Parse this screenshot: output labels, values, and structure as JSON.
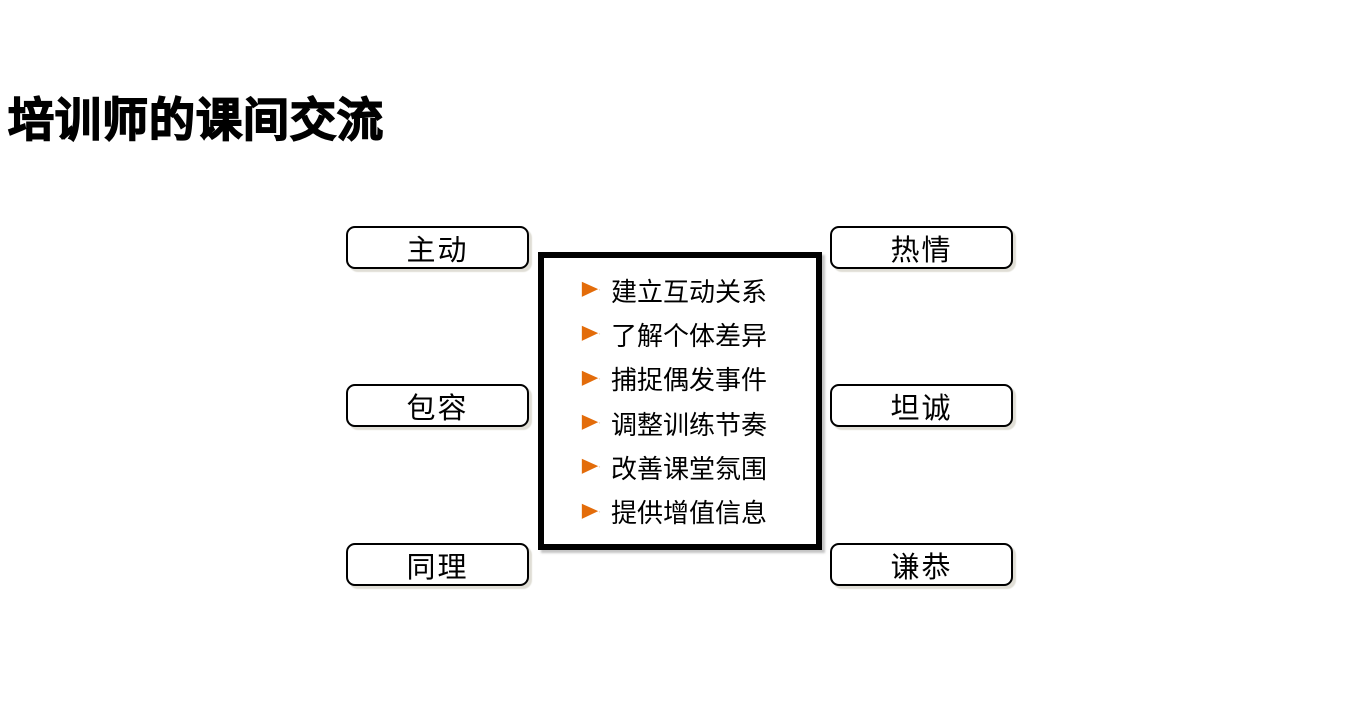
{
  "slide": {
    "title": "培训师的课间交流"
  },
  "center": {
    "items": [
      "建立互动关系",
      "了解个体差异",
      "捕捉偶发事件",
      "调整训练节奏",
      "改善课堂氛围",
      "提供增值信息"
    ]
  },
  "left_column": {
    "items": [
      "主动",
      "包容",
      "同理"
    ]
  },
  "right_column": {
    "items": [
      "热情",
      "坦诚",
      "谦恭"
    ]
  },
  "colors": {
    "bullet_arrow": "#E36C0A",
    "box_border": "#000000",
    "background": "#FFFFFF",
    "text": "#000000"
  }
}
